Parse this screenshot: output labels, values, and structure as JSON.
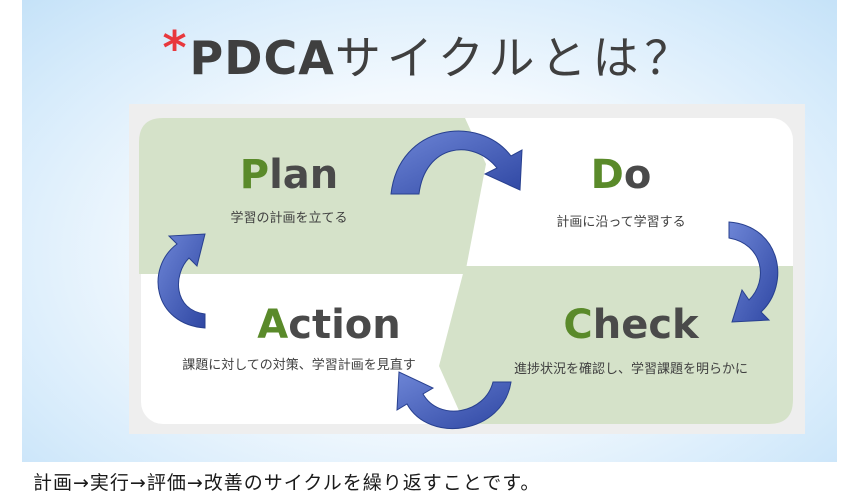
{
  "title": {
    "mark": "*",
    "main": "PDCA",
    "sub": "サイクルとは？"
  },
  "quadrants": {
    "plan": {
      "first": "P",
      "rest": "lan",
      "desc": "学習の計画を立てる"
    },
    "do": {
      "first": "D",
      "rest": "o",
      "desc": "計画に沿って学習する"
    },
    "check": {
      "first": "C",
      "rest": "heck",
      "desc": "進捗状況を確認し、学習課題を明らかに"
    },
    "action": {
      "first": "A",
      "rest": "ction",
      "desc": "課題に対しての対策、学習計画を見直す"
    }
  },
  "caption": "計画→実行→評価→改善のサイクルを繰り返すことです。",
  "colors": {
    "green_panel": "#d5e2c9",
    "accent_green": "#5a8a2a",
    "arrow_blue": "#3b55b5",
    "title_mark": "#e8383d"
  }
}
